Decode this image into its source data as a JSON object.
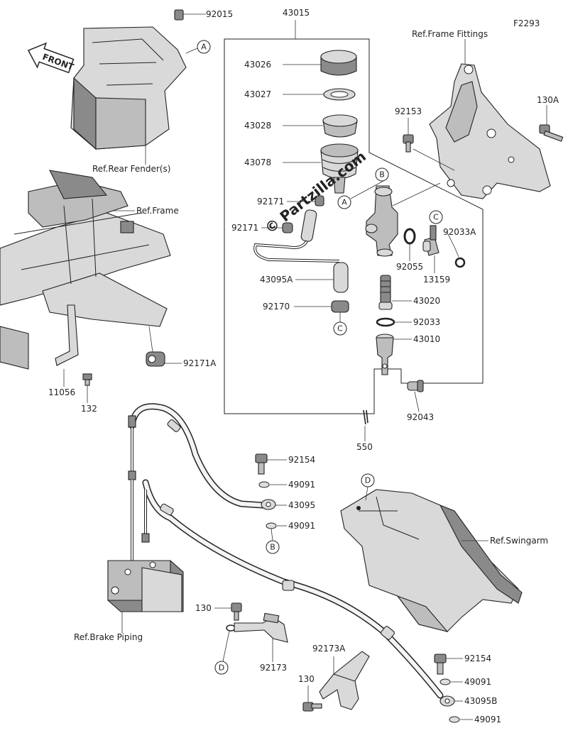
{
  "diagram_code": "F2293",
  "front_label": "FRONT",
  "watermark": "© Partzilla.com",
  "refs": {
    "rear_fender": "Ref.Rear Fender(s)",
    "frame": "Ref.Frame",
    "frame_fittings": "Ref.Frame Fittings",
    "swingarm": "Ref.Swingarm",
    "brake_piping": "Ref.Brake Piping"
  },
  "parts": {
    "p92015": "92015",
    "p43015": "43015",
    "p43026": "43026",
    "p43027": "43027",
    "p43028": "43028",
    "p43078": "43078",
    "p92171_a": "92171",
    "p92171_b": "92171",
    "p43095A": "43095A",
    "p92170": "92170",
    "p92153": "92153",
    "p130A": "130A",
    "p92055": "92055",
    "p92033A": "92033A",
    "p13159": "13159",
    "p43020": "43020",
    "p92033": "92033",
    "p43010": "43010",
    "p92043": "92043",
    "p550": "550",
    "p92171A": "92171A",
    "p11056": "11056",
    "p132": "132",
    "p92154_a": "92154",
    "p49091_a": "49091",
    "p43095": "43095",
    "p49091_b": "49091",
    "p130_a": "130",
    "p92173": "92173",
    "p92173A": "92173A",
    "p130_b": "130",
    "p92154_b": "92154",
    "p49091_c": "49091",
    "p43095B": "43095B",
    "p49091_d": "49091"
  },
  "callouts": {
    "A": "A",
    "B": "B",
    "C": "C",
    "D": "D"
  }
}
